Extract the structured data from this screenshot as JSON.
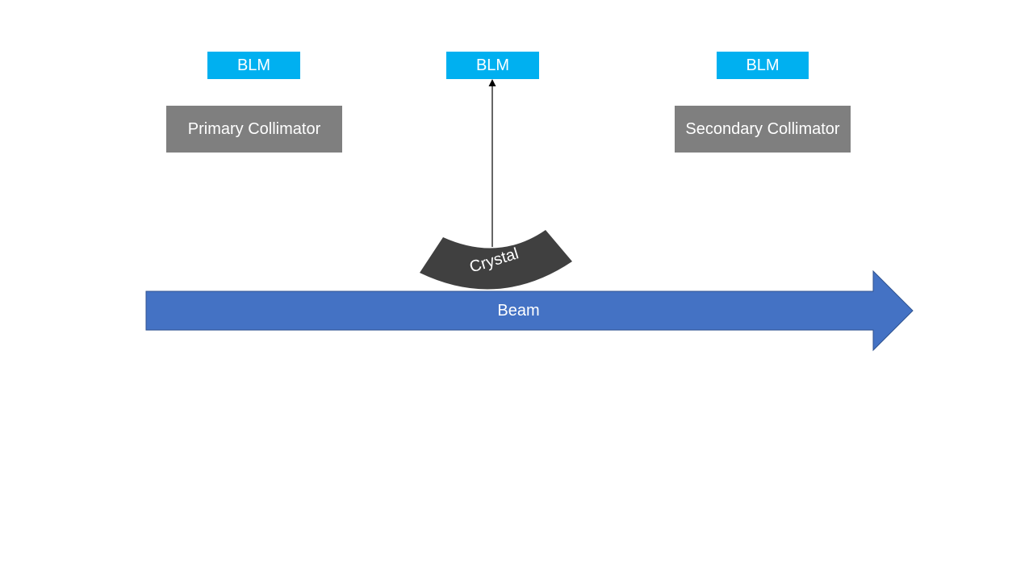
{
  "diagram": {
    "blm_labels": [
      "BLM",
      "BLM",
      "BLM"
    ],
    "primary_collimator_label": "Primary Collimator",
    "secondary_collimator_label": "Secondary Collimator",
    "crystal_label": "Crystal",
    "beam_label": "Beam"
  },
  "colors": {
    "blm": "#00b0f0",
    "collimator": "#7f7f7f",
    "crystal": "#404040",
    "beam": "#4472c4",
    "beam_outline": "#2f528f",
    "text": "#ffffff",
    "arrow": "#000000"
  }
}
